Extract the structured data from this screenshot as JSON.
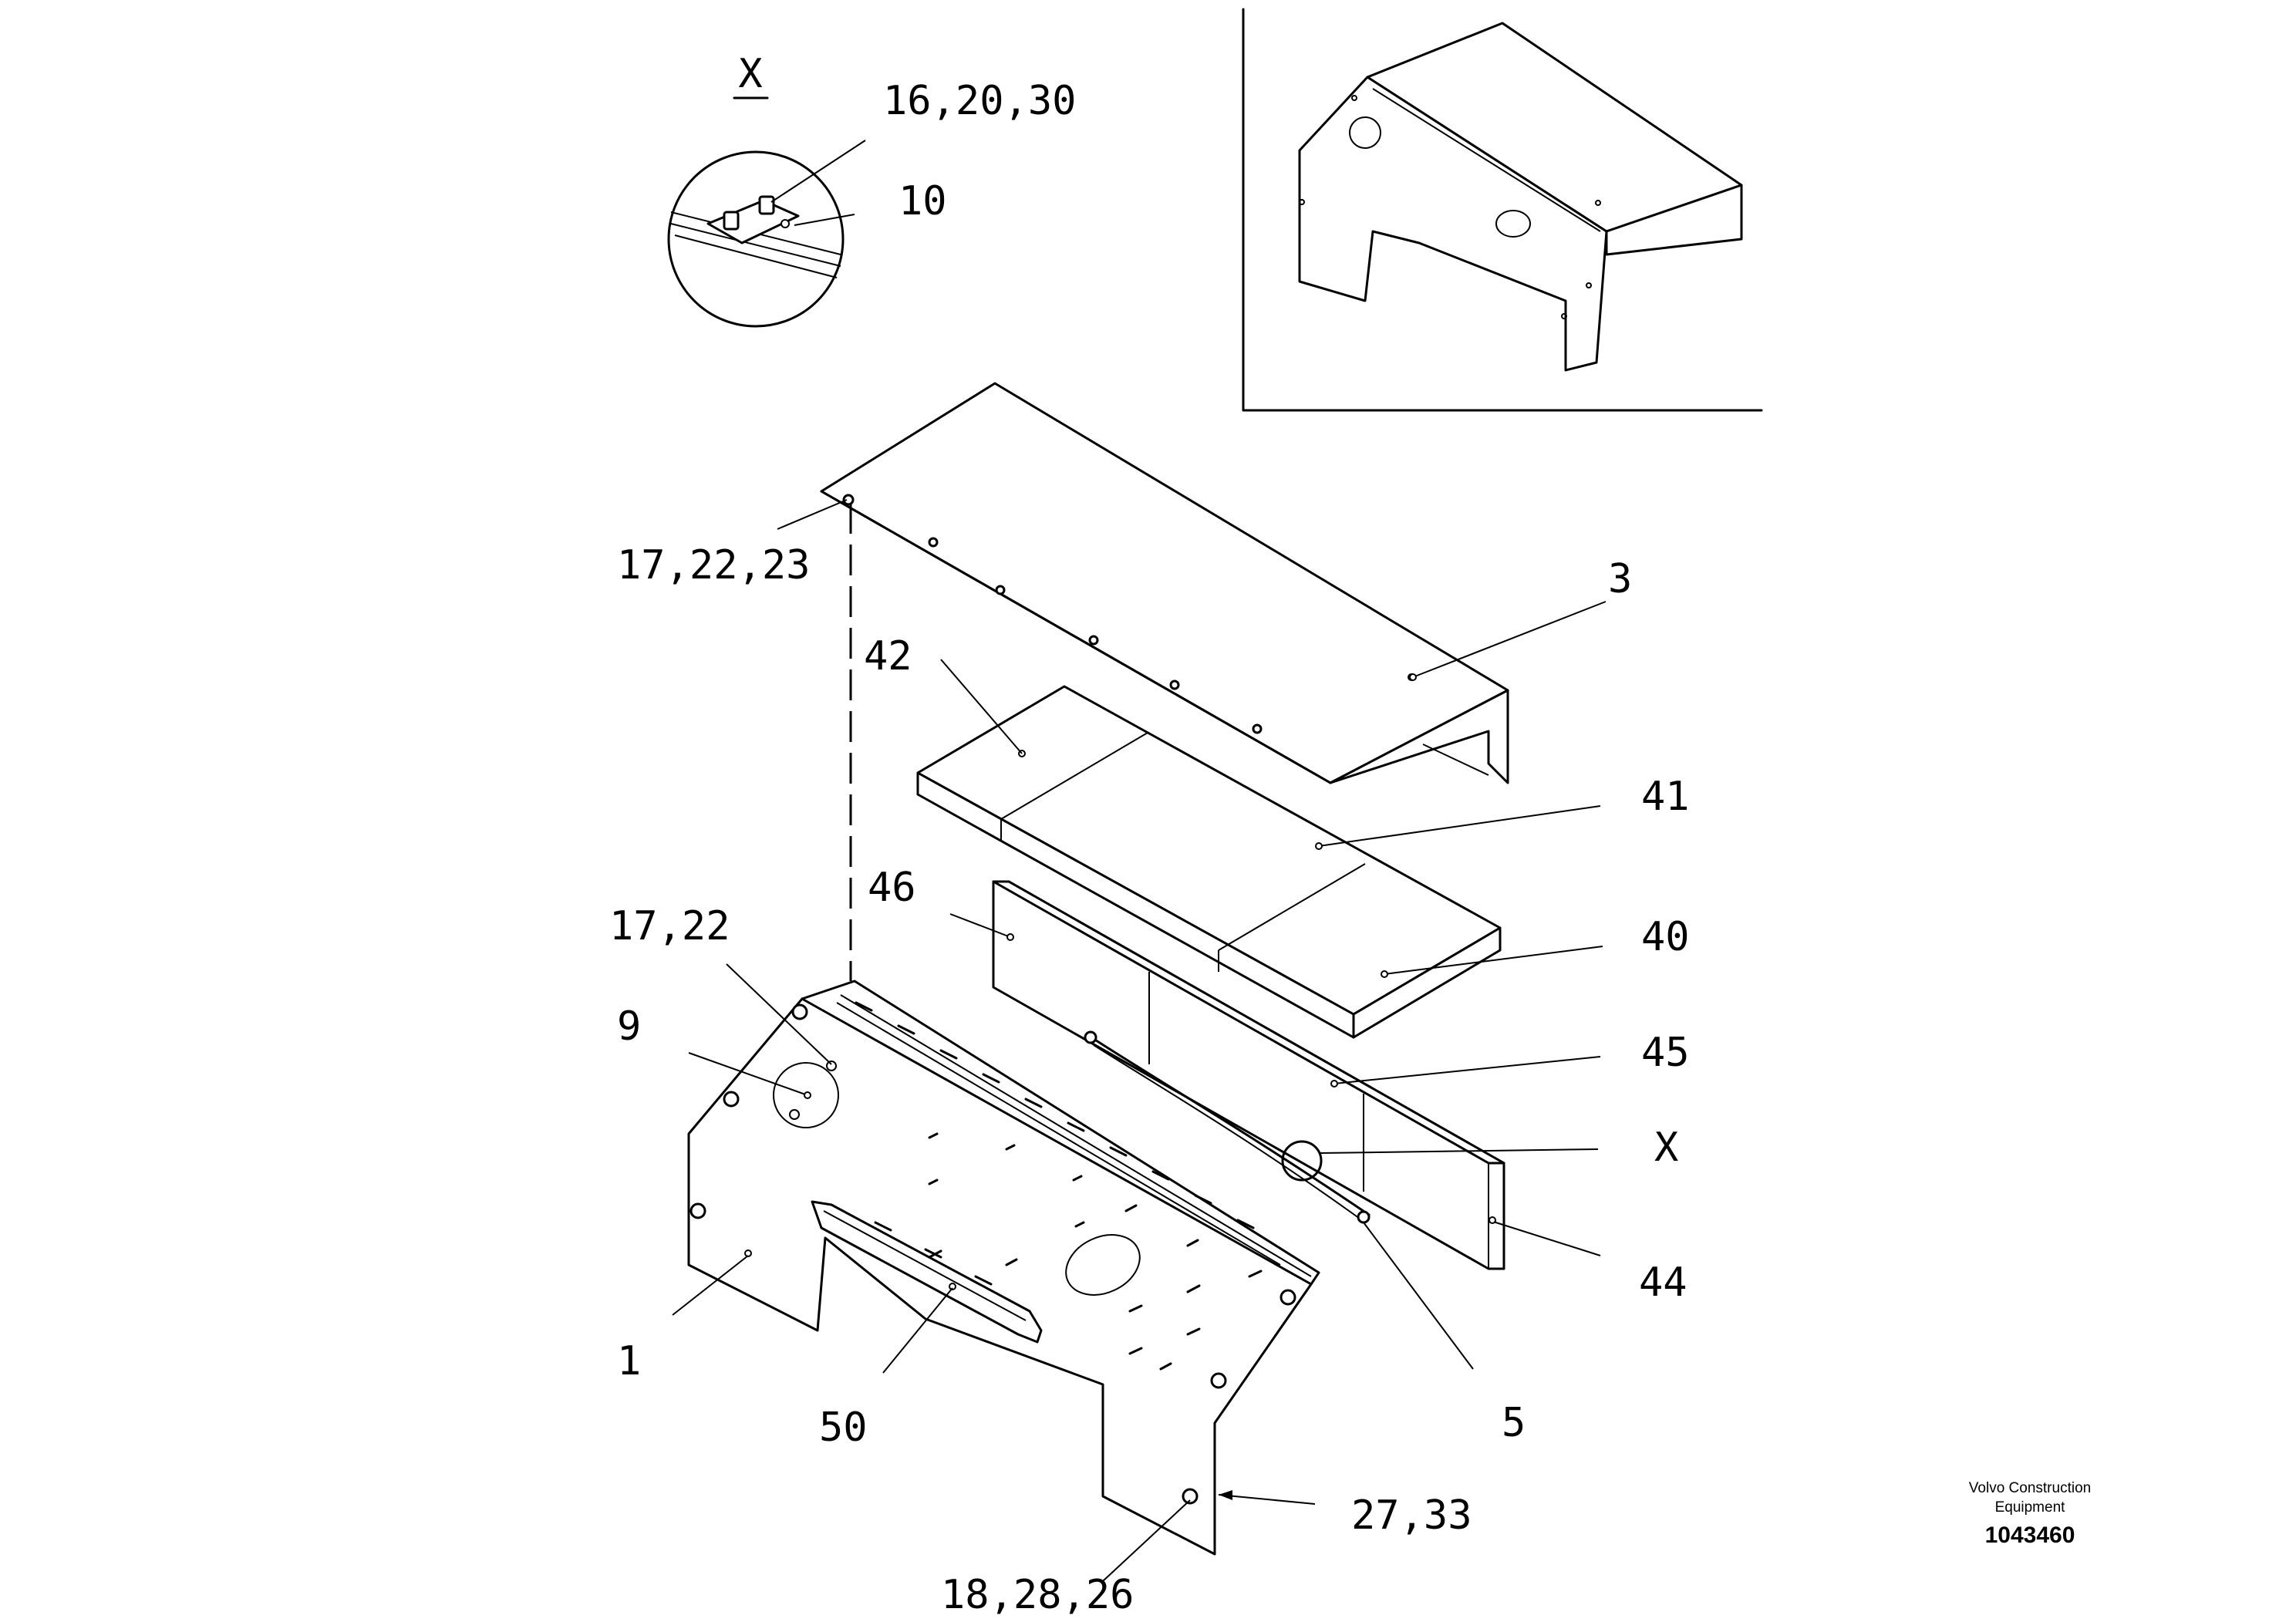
{
  "drawing": {
    "callouts": {
      "x_detail_title": "X",
      "c_16_20_30": "16,20,30",
      "c_10": "10",
      "c_17_22_23": "17,22,23",
      "c_3": "3",
      "c_42": "42",
      "c_41": "41",
      "c_46": "46",
      "c_40": "40",
      "c_17_22": "17,22",
      "c_9": "9",
      "c_45": "45",
      "c_x": "X",
      "c_44": "44",
      "c_1": "1",
      "c_5": "5",
      "c_50": "50",
      "c_27_33": "27,33",
      "c_18_28_26": "18,28,26"
    },
    "title_block": {
      "company_line1": "Volvo Construction",
      "company_line2": "Equipment",
      "drawing_number": "1043460"
    }
  }
}
